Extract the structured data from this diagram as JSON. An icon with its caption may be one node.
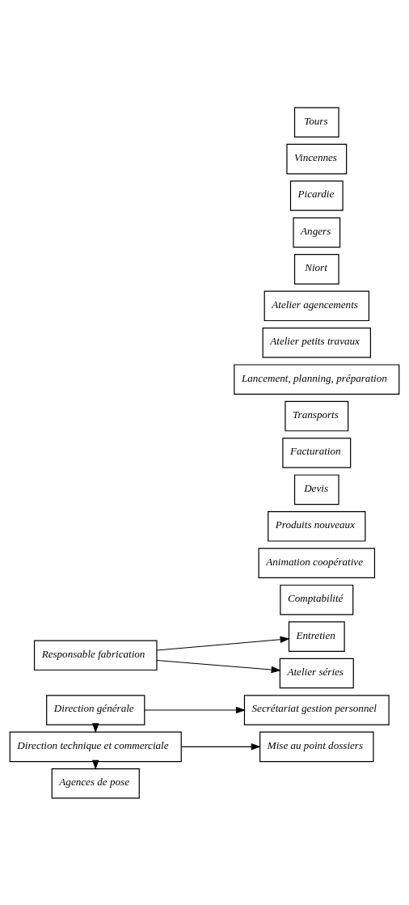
{
  "diagram": {
    "nodes": [
      {
        "text": [
          "Direction générale"
        ]
      },
      {
        "text": [
          "Secrétariat gestion personnel"
        ]
      },
      {
        "text": [
          "Comptabilité"
        ]
      },
      {
        "text": [
          "Animation coopérative"
        ]
      },
      {
        "text": [
          "Direction technique et commerciale"
        ]
      },
      {
        "text": [
          "Produits nouveaux"
        ]
      },
      {
        "text": [
          "Devis"
        ]
      },
      {
        "text": [
          "Facturation"
        ]
      },
      {
        "text": [
          "Mise au point dossiers"
        ]
      },
      {
        "text": [
          "Transports"
        ]
      },
      {
        "text": [
          "Responsable fabrication"
        ]
      },
      {
        "text": [
          "Lancement, planning, préparation"
        ]
      },
      {
        "text": [
          "Entretien"
        ]
      },
      {
        "text": [
          "Atelier séries"
        ]
      },
      {
        "text": [
          "Atelier petits travaux"
        ]
      },
      {
        "text": [
          "Atelier agencements"
        ]
      },
      {
        "text": [
          "Agences de pose"
        ]
      },
      {
        "text": [
          "Niort"
        ]
      },
      {
        "text": [
          "Angers"
        ]
      },
      {
        "text": [
          "Picardie"
        ]
      },
      {
        "text": [
          "Vincennes"
        ]
      },
      {
        "text": [
          "Tours"
        ]
      }
    ],
    "edges": [
      {
        "from": 0,
        "to": 1,
        "arrow": "to"
      },
      {
        "from": 0,
        "to": 4,
        "arrow": "to"
      },
      {
        "from": 4,
        "to": 8,
        "arrow": "to"
      },
      {
        "from": 4,
        "to": 16,
        "arrow": "to"
      },
      {
        "from": 10,
        "to": 12,
        "arrow": "to"
      },
      {
        "from": 10,
        "to": 13,
        "arrow": "to"
      }
    ]
  }
}
